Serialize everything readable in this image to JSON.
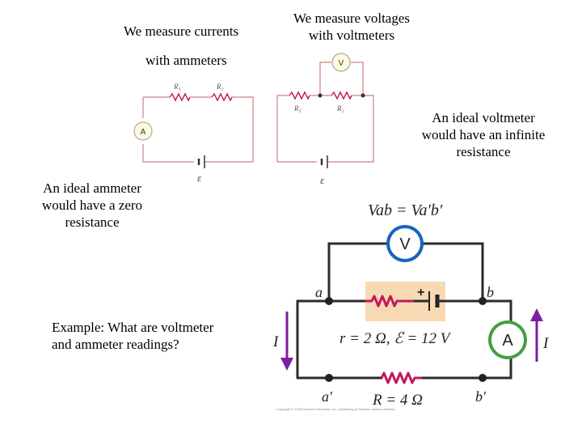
{
  "texts": {
    "measure_currents": "We measure currents",
    "with_ammeters": "with ammeters",
    "measure_voltages_l1": "We measure voltages",
    "measure_voltages_l2": "with voltmeters",
    "ideal_voltmeter_l1": "An ideal voltmeter",
    "ideal_voltmeter_l2": "would have an infinite",
    "ideal_voltmeter_l3": "resistance",
    "ideal_ammeter_l1": "An ideal ammeter",
    "ideal_ammeter_l2": "would have a zero",
    "ideal_ammeter_l3": "resistance",
    "example_l1": "Example: What are voltmeter",
    "example_l2": "and ammeter readings?"
  },
  "circuit1": {
    "r1": "R₁",
    "r2": "R₂",
    "meter": "A",
    "emf": "ε"
  },
  "circuit2": {
    "r1": "R₁",
    "r2": "R₂",
    "meter": "V",
    "emf": "ε"
  },
  "circuit3": {
    "equation": "Vab = Va′b′",
    "voltmeter": "V",
    "ammeter": "A",
    "node_a": "a",
    "node_b": "b",
    "node_a_prime": "a′",
    "node_b_prime": "b′",
    "internal": "r = 2 Ω, ℰ = 12 V",
    "load": "R = 4 Ω",
    "current_left": "I",
    "current_right": "I",
    "plus": "+",
    "credit": "Copyright © 2008 Pearson Education, Inc., publishing as Pearson Addison-Wesley."
  },
  "colors": {
    "wire": "#2b2b2b",
    "resistor": "#c2185b",
    "meter_v": "#1565c0",
    "meter_a": "#43a047",
    "arrow": "#7b1fa2",
    "battery_box": "#f7d9b3",
    "thin_wire": "#d08080"
  }
}
